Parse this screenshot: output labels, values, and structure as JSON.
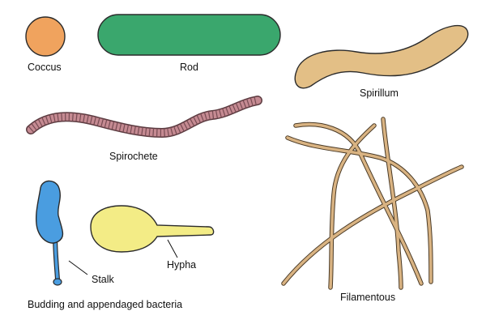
{
  "labels": {
    "coccus": "Coccus",
    "rod": "Rod",
    "spirillum": "Spirillum",
    "spirochete": "Spirochete",
    "filamentous": "Filamentous",
    "stalk": "Stalk",
    "hypha": "Hypha",
    "budding_appendaged": "Budding and appendaged bacteria"
  },
  "colors": {
    "coccus_fill": "#f0a35e",
    "rod_fill": "#3aa76d",
    "spirillum_fill": "#e3bf86",
    "spirochete_fill": "#c58a92",
    "filament_fill": "#d9b382",
    "budding_fill": "#4a9de0",
    "hypha_fill": "#f3ec86",
    "outline": "#2b2b2b"
  }
}
